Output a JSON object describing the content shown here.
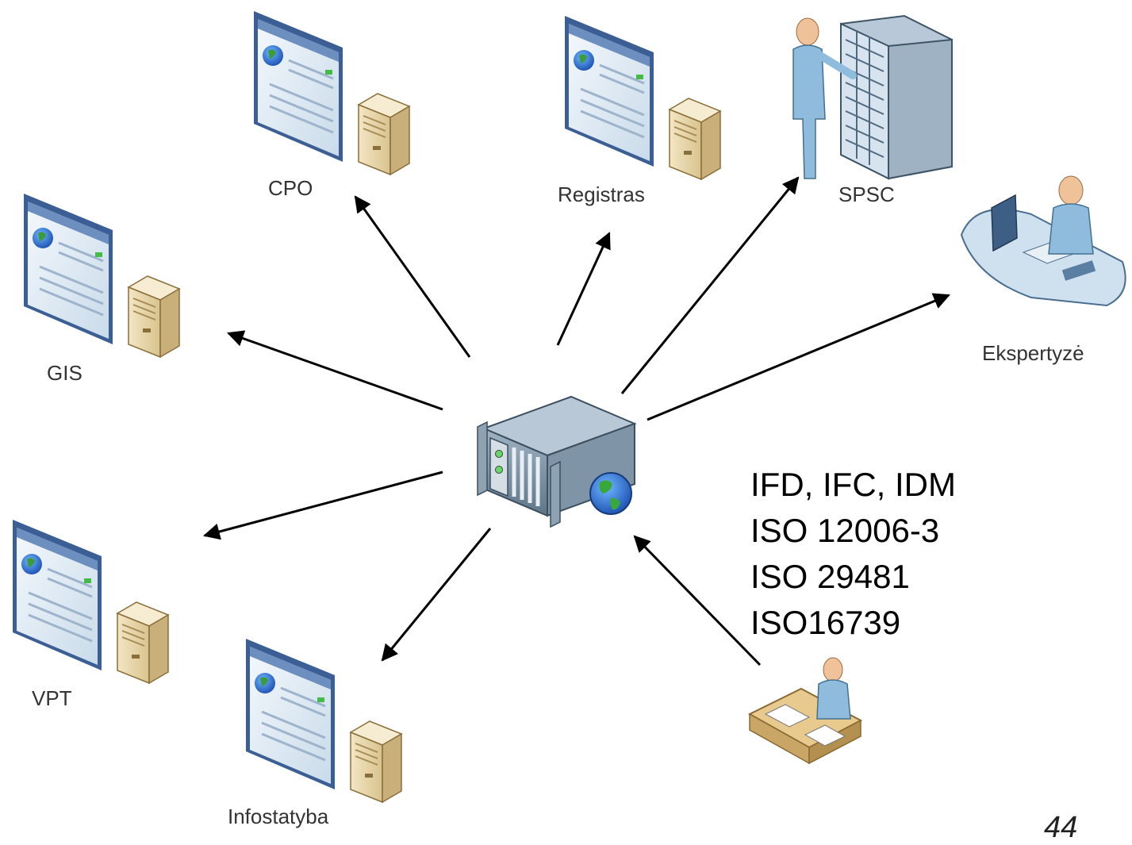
{
  "nodes": {
    "cpo": {
      "label": "CPO",
      "icon": "web-server-icon"
    },
    "registras": {
      "label": "Registras",
      "icon": "web-server-icon"
    },
    "spsc": {
      "label": "SPSC",
      "icon": "datacenter-operator-icon"
    },
    "ekspertyze": {
      "label": "Ekspertyzė",
      "icon": "workstation-user-icon"
    },
    "gis": {
      "label": "GIS",
      "icon": "web-server-icon"
    },
    "vpt": {
      "label": "VPT",
      "icon": "web-server-icon"
    },
    "infostatyba": {
      "label": "Infostatyba",
      "icon": "web-server-icon"
    },
    "hub": {
      "icon": "internet-server-icon"
    },
    "author": {
      "icon": "document-worker-icon"
    }
  },
  "standards": [
    "IFD, IFC, IDM",
    "ISO 12006-3",
    "ISO 29481",
    "ISO16739"
  ],
  "page_number": "44",
  "colors": {
    "arrow": "#000000",
    "screen_frame": "#4a6fa5",
    "server_body": "#e8d7a8",
    "person": "#8fbcdc"
  }
}
